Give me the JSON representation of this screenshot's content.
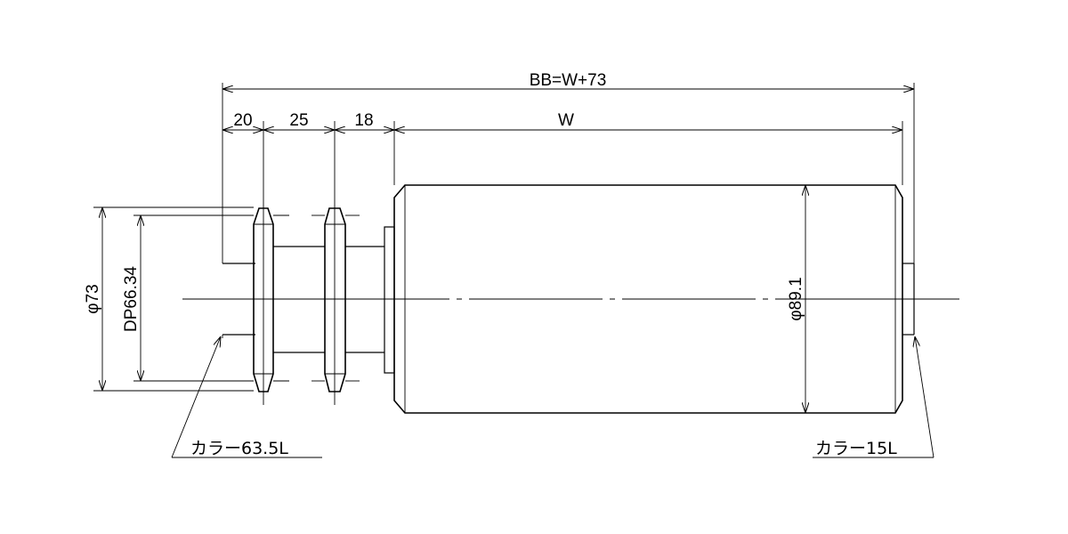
{
  "dimensions": {
    "overall": "BB=W+73",
    "seg1": "20",
    "seg2": "25",
    "seg3": "18",
    "width": "W",
    "outer_diameter": "φ73",
    "pitch_diameter": "DP66.34",
    "roller_diameter": "φ89.1"
  },
  "callouts": {
    "left_collar": "カラー63.5L",
    "right_collar": "カラー15L"
  }
}
